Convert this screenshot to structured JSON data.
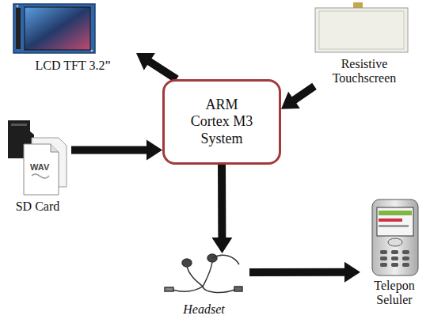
{
  "diagram": {
    "nodes": [
      {
        "text": [
          "LCD TFT 3.2”"
        ]
      },
      {
        "text": [
          "Resistive Touchscreen"
        ]
      },
      {
        "text": [
          "ARM Cortex M3 System"
        ]
      },
      {
        "text": [
          "SD Card"
        ]
      },
      {
        "text": [
          "Headset"
        ]
      },
      {
        "text": [
          "Telepon Seluler"
        ]
      }
    ],
    "edges": [
      {
        "from": 2,
        "to": 0,
        "arrow": "to"
      },
      {
        "from": 1,
        "to": 2,
        "arrow": "to"
      },
      {
        "from": 3,
        "to": 2,
        "arrow": "to"
      },
      {
        "from": 2,
        "to": 4,
        "arrow": "to"
      },
      {
        "from": 4,
        "to": 5,
        "arrow": "to"
      }
    ],
    "labels": [
      "WAV"
    ]
  }
}
